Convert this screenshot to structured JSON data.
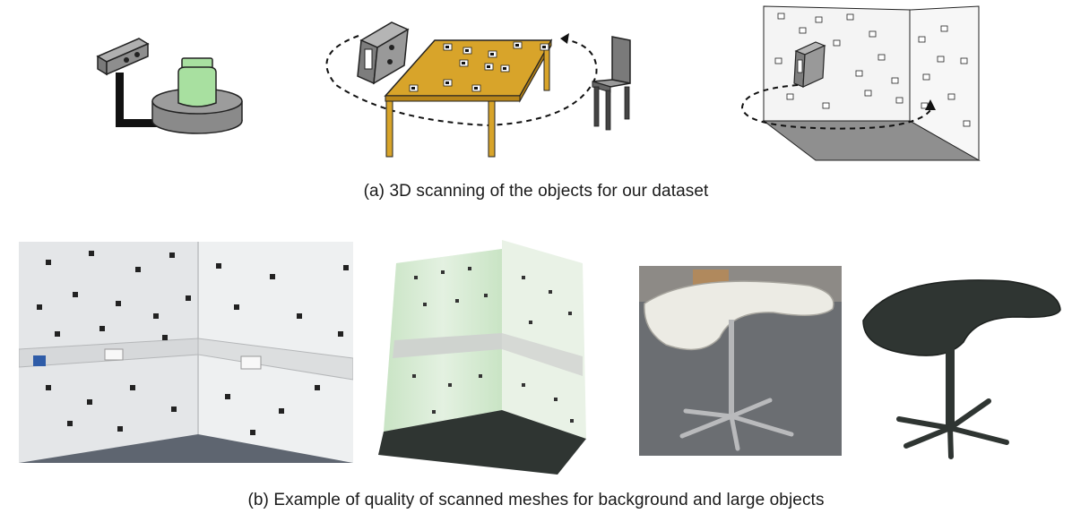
{
  "figure": {
    "caption_a": "(a) 3D scanning of the objects for our dataset",
    "caption_b": "(b) Example of quality of scanned meshes for background and large objects"
  },
  "colors": {
    "table_top": "#d8a42a",
    "jar": "#a8e0a0",
    "scanner": "#8a8a8a",
    "marker": "#111111",
    "room_wall": "#f4f4f4",
    "mesh_tint": "#cfe9cc",
    "dark_mesh": "#2f3532"
  },
  "panels_a": [
    {
      "name": "turntable-scan",
      "icon": "turntable-with-jar-and-scanner"
    },
    {
      "name": "table-scan",
      "icon": "table-with-markers-and-chair"
    },
    {
      "name": "room-corner-scan",
      "icon": "room-corner-with-markers"
    }
  ],
  "panels_b": [
    {
      "name": "room-photo",
      "icon": "room-corner-photo"
    },
    {
      "name": "room-mesh",
      "icon": "room-corner-mesh"
    },
    {
      "name": "table-photo",
      "icon": "table-photo"
    },
    {
      "name": "table-mesh",
      "icon": "table-mesh"
    }
  ]
}
